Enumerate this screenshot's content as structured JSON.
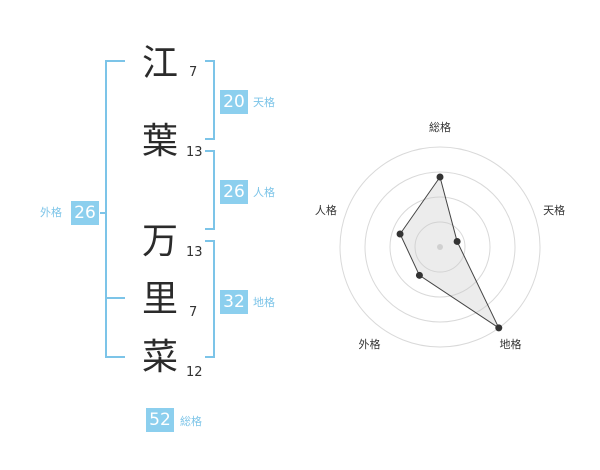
{
  "name": {
    "chars": [
      {
        "char": "江",
        "strokes": "7"
      },
      {
        "char": "葉",
        "strokes": "13"
      },
      {
        "char": "万",
        "strokes": "13"
      },
      {
        "char": "里",
        "strokes": "7"
      },
      {
        "char": "菜",
        "strokes": "12"
      }
    ]
  },
  "kaku": {
    "tenkaku": {
      "value": "20",
      "label": "天格"
    },
    "jinkaku": {
      "value": "26",
      "label": "人格"
    },
    "chikaku": {
      "value": "32",
      "label": "地格"
    },
    "gaikaku": {
      "value": "26",
      "label": "外格"
    },
    "soukaku": {
      "value": "52",
      "label": "総格"
    }
  },
  "colors": {
    "accent": "#8ccfee",
    "bracket": "#7cc4e8",
    "text": "#2b2b2b"
  },
  "chart_data": {
    "type": "radar",
    "axes": [
      "総格",
      "天格",
      "地格",
      "外格",
      "人格"
    ],
    "values": [
      0.7,
      0.18,
      1.0,
      0.35,
      0.42
    ],
    "rings": 4,
    "range": [
      0,
      1
    ]
  }
}
